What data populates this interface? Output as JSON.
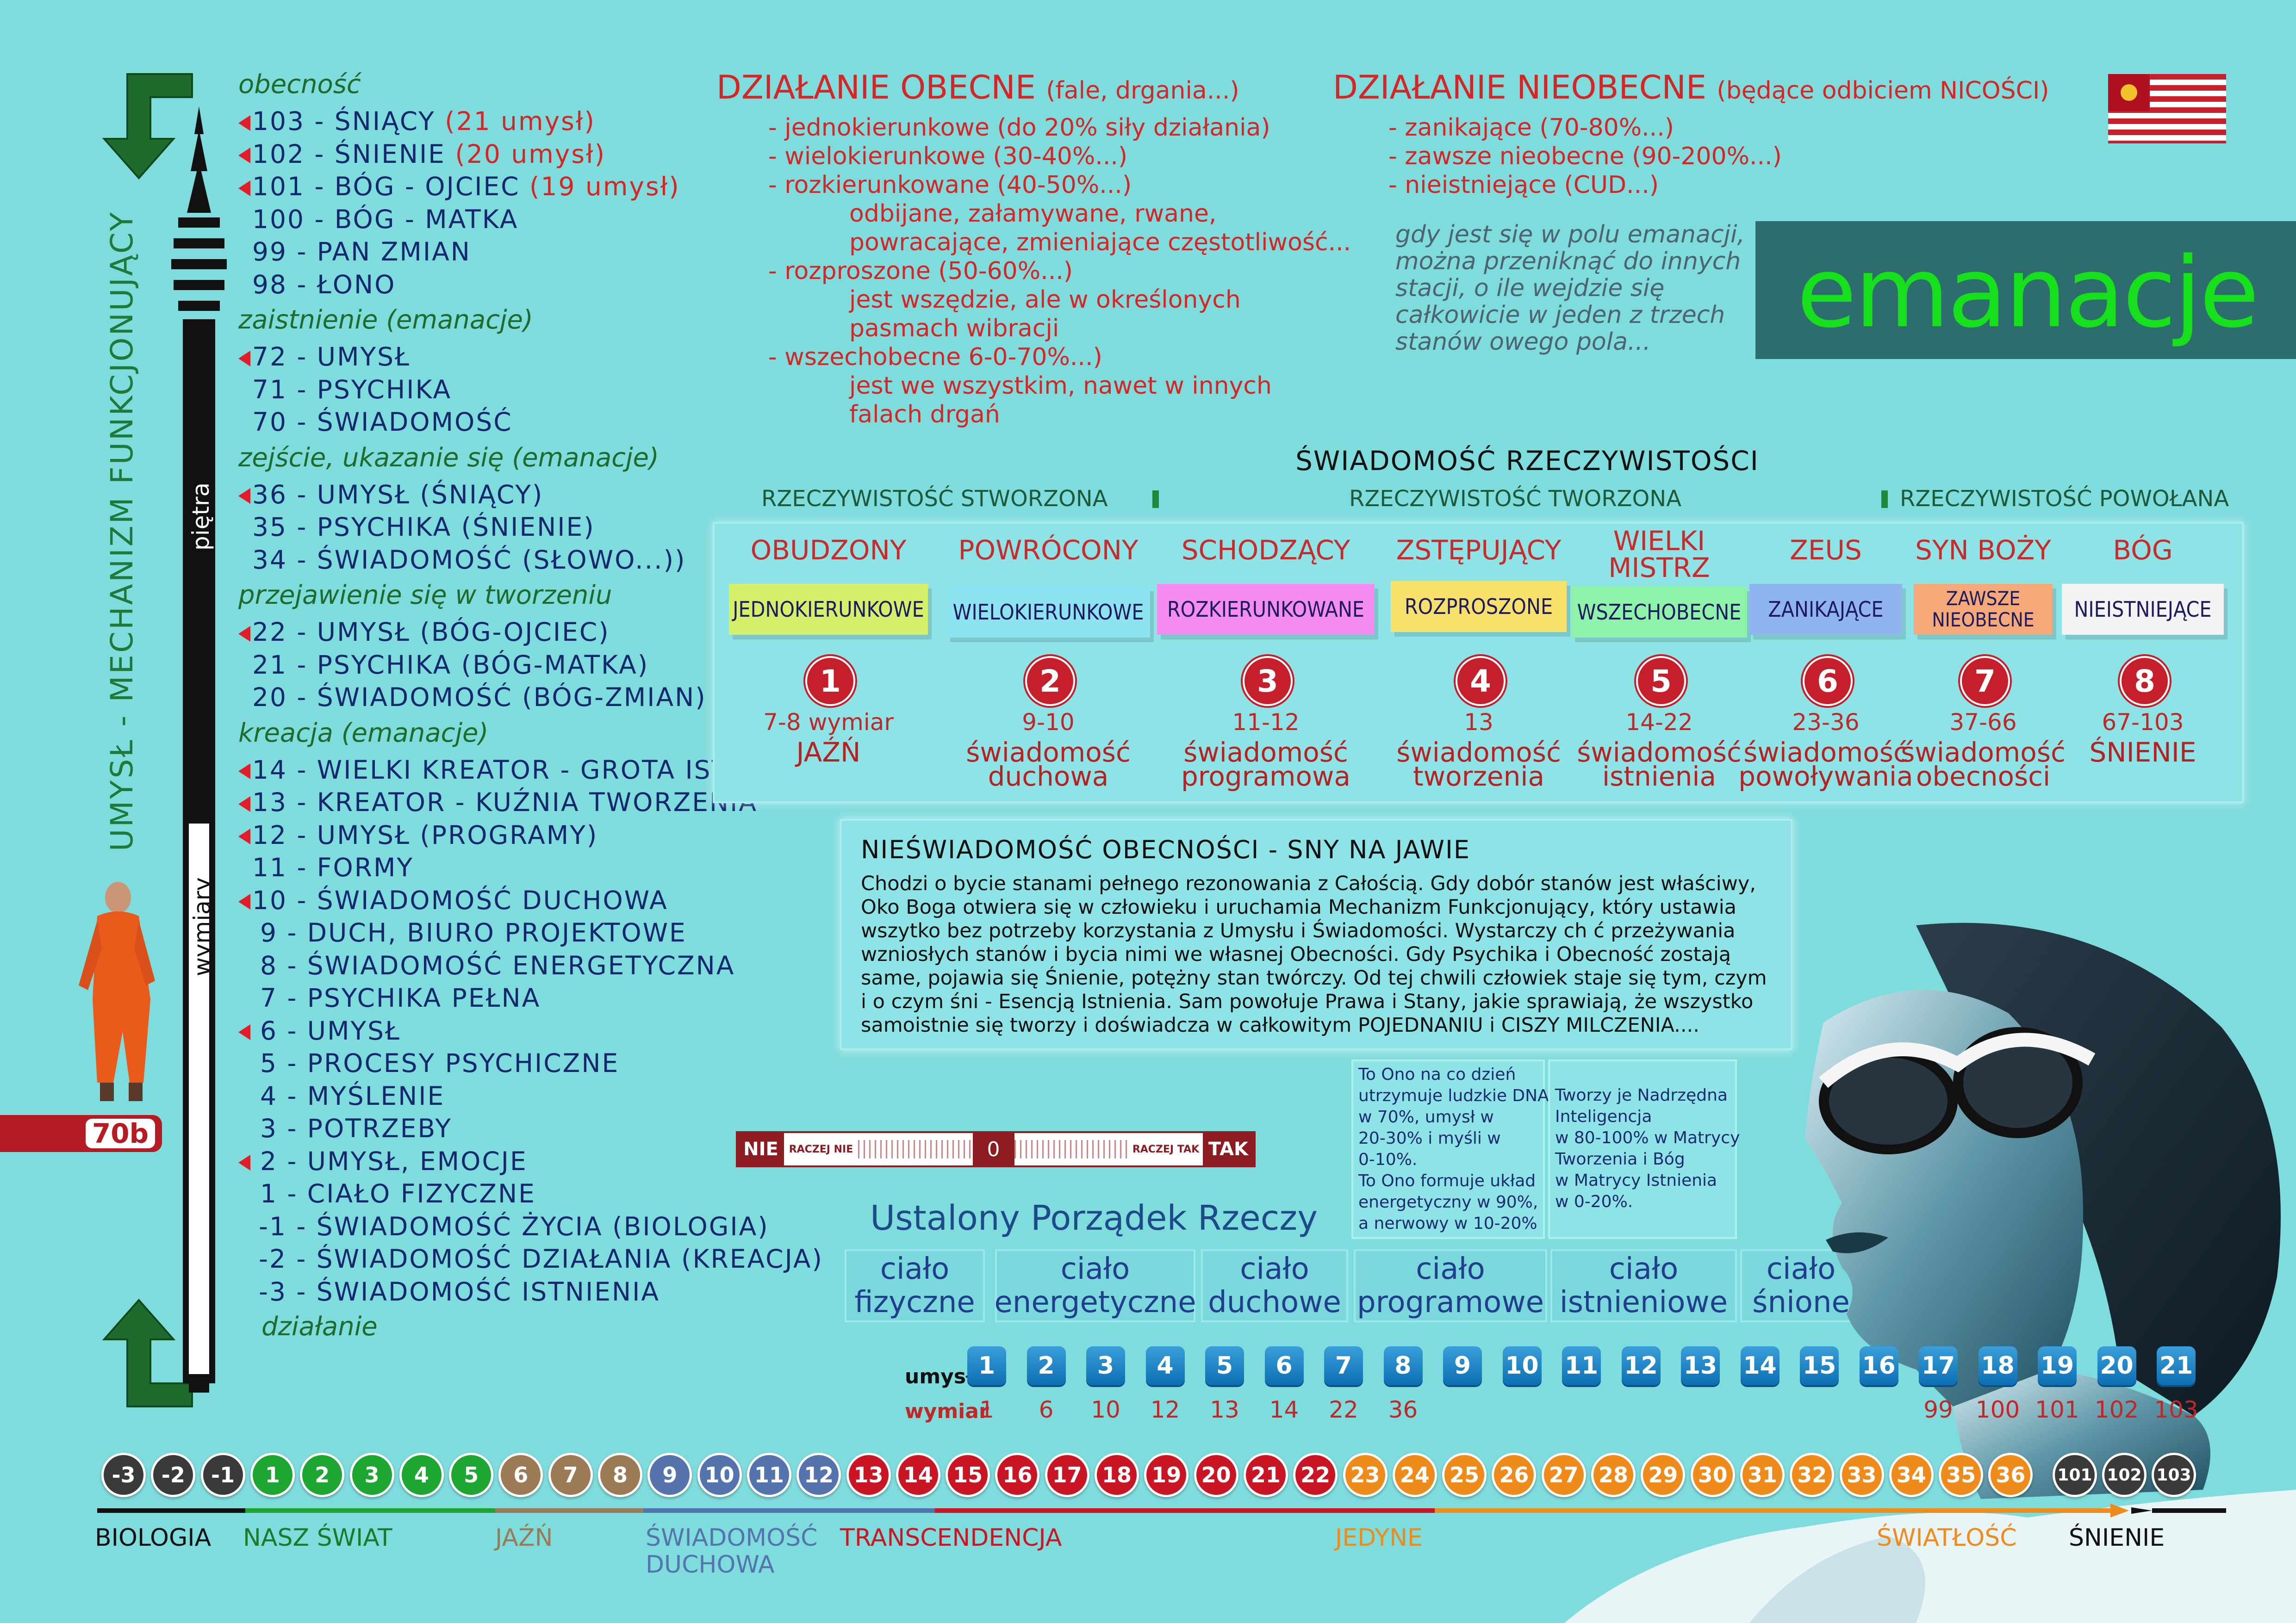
{
  "left": {
    "vertical_title": "UMYSŁ - MECHANIZM FUNKCJONUJĄCY",
    "bar_label_top": "piętra",
    "bar_label_bottom": "wymiary",
    "page_badge": "70b",
    "groups": [
      {
        "heading": "obecność",
        "items": [
          {
            "n": "103",
            "text": "- ŚNIĄCY",
            "extra": "(21 umysł)",
            "mark": true
          },
          {
            "n": "102",
            "text": "- ŚNIENIE",
            "extra": "(20 umysł)",
            "mark": true
          },
          {
            "n": "101",
            "text": "- BÓG - OJCIEC",
            "extra": "(19 umysł)",
            "mark": true
          },
          {
            "n": "100",
            "text": "- BÓG - MATKA",
            "extra": "",
            "mark": false
          },
          {
            "n": "99",
            "text": "- PAN ZMIAN",
            "extra": "",
            "mark": false
          },
          {
            "n": "98",
            "text": "- ŁONO",
            "extra": "",
            "mark": false
          }
        ]
      },
      {
        "heading": "zaistnienie (emanacje)",
        "items": [
          {
            "n": "72",
            "text": "- UMYSŁ",
            "extra": "",
            "mark": true
          },
          {
            "n": "71",
            "text": "- PSYCHIKA",
            "extra": "",
            "mark": false
          },
          {
            "n": "70",
            "text": "- ŚWIADOMOŚĆ",
            "extra": "",
            "mark": false
          }
        ]
      },
      {
        "heading": "zejście, ukazanie się (emanacje)",
        "items": [
          {
            "n": "36",
            "text": "- UMYSŁ (ŚNIĄCY)",
            "extra": "",
            "mark": true
          },
          {
            "n": "35",
            "text": "- PSYCHIKA (ŚNIENIE)",
            "extra": "",
            "mark": false
          },
          {
            "n": "34",
            "text": "- ŚWIADOMOŚĆ (SŁOWO...))",
            "extra": "",
            "mark": false
          }
        ]
      },
      {
        "heading": "przejawienie się w tworzeniu",
        "items": [
          {
            "n": "22",
            "text": "- UMYSŁ (BÓG-OJCIEC)",
            "extra": "",
            "mark": true
          },
          {
            "n": "21",
            "text": "- PSYCHIKA (BÓG-MATKA)",
            "extra": "",
            "mark": false
          },
          {
            "n": "20",
            "text": "- ŚWIADOMOŚĆ (BÓG-ZMIAN)",
            "extra": "",
            "mark": false
          }
        ]
      },
      {
        "heading": "kreacja (emanacje)",
        "items": [
          {
            "n": "14",
            "text": "- WIELKI KREATOR - GROTA ISTNIENIA",
            "extra": "",
            "mark": true
          },
          {
            "n": "13",
            "text": "- KREATOR - KUŹNIA TWORZENIA",
            "extra": "",
            "mark": true
          },
          {
            "n": "12",
            "text": "- UMYSŁ (PROGRAMY)",
            "extra": "",
            "mark": true
          },
          {
            "n": "11",
            "text": "- FORMY",
            "extra": "",
            "mark": false
          },
          {
            "n": "10",
            "text": "- ŚWIADOMOŚĆ DUCHOWA",
            "extra": "",
            "mark": true
          },
          {
            "n": "9",
            "text": "- DUCH, BIURO PROJEKTOWE",
            "extra": "",
            "mark": false
          },
          {
            "n": "8",
            "text": "- ŚWIADOMOŚĆ ENERGETYCZNA",
            "extra": "",
            "mark": false
          },
          {
            "n": "7",
            "text": "- PSYCHIKA PEŁNA",
            "extra": "",
            "mark": false
          },
          {
            "n": "6",
            "text": "- UMYSŁ",
            "extra": "",
            "mark": true
          },
          {
            "n": "5",
            "text": "- PROCESY PSYCHICZNE",
            "extra": "",
            "mark": false
          },
          {
            "n": "4",
            "text": "- MYŚLENIE",
            "extra": "",
            "mark": false
          },
          {
            "n": "3",
            "text": "- POTRZEBY",
            "extra": "",
            "mark": false
          },
          {
            "n": "2",
            "text": "- UMYSŁ, EMOCJE",
            "extra": "",
            "mark": true
          },
          {
            "n": "1",
            "text": "- CIAŁO FIZYCZNE",
            "extra": "",
            "mark": false
          },
          {
            "n": "-1",
            "text": "- ŚWIADOMOŚĆ ŻYCIA (BIOLOGIA)",
            "extra": "",
            "mark": false
          },
          {
            "n": "-2",
            "text": "- ŚWIADOMOŚĆ DZIAŁANIA (KREACJA)",
            "extra": "",
            "mark": false
          },
          {
            "n": "-3",
            "text": "- ŚWIADOMOŚĆ ISTNIENIA",
            "extra": "",
            "mark": false
          }
        ]
      }
    ],
    "footer_heading": "działanie"
  },
  "obecne": {
    "title": "DZIAŁANIE OBECNE",
    "subtitle": "(fale, drgania...)",
    "lines": [
      "- jednokierunkowe (do 20% siły działania)",
      "- wielokierunkowe (30-40%...)",
      "- rozkierunkowane (40-50%...)",
      "odbijane, załamywane, rwane,",
      "powracające, zmieniające częstotliwość...",
      "- rozproszone (50-60%...)",
      "jest wszędzie, ale w określonych",
      "pasmach wibracji",
      "- wszechobecne 6-0-70%...)",
      "jest we wszystkim, nawet w innych",
      "falach drgań"
    ]
  },
  "nieobecne": {
    "title": "DZIAŁANIE NIEOBECNE",
    "subtitle": "(będące odbiciem NICOŚCI)",
    "lines": [
      "- zanikające (70-80%...)",
      "- zawsze nieobecne (90-200%...)",
      "- nieistniejące (CUD...)"
    ],
    "note": [
      "gdy jest się w polu emanacji,",
      "można przeniknąć do innych",
      "stacji, o ile wejdzie się",
      "całkowicie w jeden z trzech",
      "stanów owego pola..."
    ]
  },
  "title_box": {
    "text": "emanacje",
    "text_color": "#16e01b",
    "bg": "#2e6d6d"
  },
  "swiadomosc": {
    "title": "ŚWIADOMOŚĆ RZECZYWISTOŚCI",
    "r1": "RZECZYWISTOŚĆ STWORZONA",
    "r2": "RZECZYWISTOŚĆ TWORZONA",
    "r3": "RZECZYWISTOŚĆ POWOŁANA",
    "columns": [
      {
        "cat": "OBUDZONY",
        "pill": "JEDNOKIERUNKOWE",
        "color": "#d4ef6a",
        "num": "1",
        "range": "7-8 wymiar",
        "desc": "JAŹŃ"
      },
      {
        "cat": "POWRÓCONY",
        "pill": "WIELOKIERUNKOWE",
        "color": "#8ee3f0",
        "num": "2",
        "range": "9-10",
        "desc": "świadomość duchowa"
      },
      {
        "cat": "SCHODZĄCY",
        "pill": "ROZKIERUNKOWANE",
        "color": "#f58cf0",
        "num": "3",
        "range": "11-12",
        "desc": "świadomość programowa"
      },
      {
        "cat": "ZSTĘPUJĄCY",
        "pill": "ROZPROSZONE",
        "color": "#f7e16a",
        "num": "4",
        "range": "13",
        "desc": "świadomość tworzenia"
      },
      {
        "cat": "WIELKI MISTRZ",
        "pill": "WSZECHOBECNE",
        "color": "#8ef2a8",
        "num": "5",
        "range": "14-22",
        "desc": "świadomość istnienia"
      },
      {
        "cat": "ZEUS",
        "pill": "ZANIKAJĄCE",
        "color": "#8fb4f0",
        "num": "6",
        "range": "23-36",
        "desc": "świadomość powoływania"
      },
      {
        "cat": "SYN BOŻY",
        "pill": "ZAWSZE NIEOBECNE",
        "color": "#f5a878",
        "num": "7",
        "range": "37-66",
        "desc": "świadomość obecności"
      },
      {
        "cat": "BÓG",
        "pill": "NIEISTNIEJĄCE",
        "color": "#f3f3f3",
        "num": "8",
        "range": "67-103",
        "desc": "ŚNIENIE"
      }
    ]
  },
  "nieswiadomosc": {
    "title": "NIEŚWIADOMOŚĆ OBECNOŚCI - SNY NA JAWIE",
    "lines": [
      "Chodzi o bycie stanami pełnego rezonowania z Całością. Gdy dobór stanów jest właściwy,",
      "Oko Boga otwiera się w człowieku i uruchamia Mechanizm Funkcjonujący, który ustawia",
      "wszytko bez potrzeby korzystania z Umysłu i Świadomości. Wystarczy ch ć przeżywania",
      "wzniosłych stanów i bycia nimi we własnej Obecności. Gdy Psychika i Obecność zostają",
      "same, pojawia się Śnienie, potężny stan twórczy. Od tej chwili człowiek staje się tym, czym",
      "i o czym śni - Esencją Istnienia. Sam powołuje Prawa i Stany, jakie sprawiają, że wszystko",
      "samoistnie się tworzy i doświadcza w całkowitym POJEDNANIU i CISZY MILCZENIA...."
    ]
  },
  "scale": {
    "nie": "NIE",
    "raczej_nie": "RACZEJ NIE",
    "zero": "0",
    "raczej_tak": "RACZEJ TAK",
    "tak": "TAK"
  },
  "small_box1": [
    "To Ono na co dzień",
    "utrzymuje ludzkie DNA",
    "w 70%, umysł w",
    "20-30% i myśli w",
    "0-10%.",
    "To Ono formuje układ",
    "energetyczny w 90%,",
    "a nerwowy w 10-20%"
  ],
  "small_box2": [
    "Tworzy je Nadrzędna",
    "Inteligencja",
    "w 80-100% w Matrycy",
    "Tworzenia i Bóg",
    "w Matrycy Istnienia",
    "w 0-20%."
  ],
  "porzadek": {
    "title": "Ustalony Porządek Rzeczy",
    "bodies": [
      [
        "ciało",
        "fizyczne"
      ],
      [
        "ciało",
        "energetyczne"
      ],
      [
        "ciało",
        "duchowe"
      ],
      [
        "ciało",
        "programowe"
      ],
      [
        "ciało",
        "istnieniowe"
      ],
      [
        "ciało",
        "śnione"
      ]
    ]
  },
  "umysl_row": {
    "label1": "umysł",
    "label2": "wymiar",
    "umysl": [
      "1",
      "2",
      "3",
      "4",
      "5",
      "6",
      "7",
      "8",
      "9",
      "10",
      "11",
      "12",
      "13",
      "14",
      "15",
      "16",
      "17",
      "18",
      "19",
      "20",
      "21"
    ],
    "wymiar": [
      "1",
      "6",
      "10",
      "12",
      "13",
      "14",
      "22",
      "36",
      "",
      "",
      "",
      "",
      "",
      "",
      "",
      "",
      "99",
      "100",
      "101",
      "102",
      "103"
    ]
  },
  "bottom": {
    "circles": [
      {
        "n": "-3",
        "c": "#3a3a3a"
      },
      {
        "n": "-2",
        "c": "#3a3a3a"
      },
      {
        "n": "-1",
        "c": "#3a3a3a"
      },
      {
        "n": "1",
        "c": "#1ea632"
      },
      {
        "n": "2",
        "c": "#1ea632"
      },
      {
        "n": "3",
        "c": "#1ea632"
      },
      {
        "n": "4",
        "c": "#1ea632"
      },
      {
        "n": "5",
        "c": "#1ea632"
      },
      {
        "n": "6",
        "c": "#9b7a55"
      },
      {
        "n": "7",
        "c": "#9b7a55"
      },
      {
        "n": "8",
        "c": "#9b7a55"
      },
      {
        "n": "9",
        "c": "#5574ad"
      },
      {
        "n": "10",
        "c": "#5574ad"
      },
      {
        "n": "11",
        "c": "#5574ad"
      },
      {
        "n": "12",
        "c": "#5574ad"
      },
      {
        "n": "13",
        "c": "#c91524"
      },
      {
        "n": "14",
        "c": "#c91524"
      },
      {
        "n": "15",
        "c": "#c91524"
      },
      {
        "n": "16",
        "c": "#c91524"
      },
      {
        "n": "17",
        "c": "#c91524"
      },
      {
        "n": "18",
        "c": "#c91524"
      },
      {
        "n": "19",
        "c": "#c91524"
      },
      {
        "n": "20",
        "c": "#c91524"
      },
      {
        "n": "21",
        "c": "#c91524"
      },
      {
        "n": "22",
        "c": "#c91524"
      },
      {
        "n": "23",
        "c": "#ef8b1a"
      },
      {
        "n": "24",
        "c": "#ef8b1a"
      },
      {
        "n": "25",
        "c": "#ef8b1a"
      },
      {
        "n": "26",
        "c": "#ef8b1a"
      },
      {
        "n": "27",
        "c": "#ef8b1a"
      },
      {
        "n": "28",
        "c": "#ef8b1a"
      },
      {
        "n": "29",
        "c": "#ef8b1a"
      },
      {
        "n": "30",
        "c": "#ef8b1a"
      },
      {
        "n": "31",
        "c": "#ef8b1a"
      },
      {
        "n": "32",
        "c": "#ef8b1a"
      },
      {
        "n": "33",
        "c": "#ef8b1a"
      },
      {
        "n": "34",
        "c": "#ef8b1a"
      },
      {
        "n": "35",
        "c": "#ef8b1a"
      },
      {
        "n": "36",
        "c": "#ef8b1a"
      },
      {
        "n": "101",
        "c": "#3a3a3a"
      },
      {
        "n": "102",
        "c": "#3a3a3a"
      },
      {
        "n": "103",
        "c": "#3a3a3a"
      }
    ],
    "labels": [
      {
        "t": "BIOLOGIA",
        "c": "#111111"
      },
      {
        "t": "NASZ ŚWIAT",
        "c": "#1a7a2a"
      },
      {
        "t": "JAŹŃ",
        "c": "#9b7a55"
      },
      {
        "t": "ŚWIADOMOŚĆ DUCHOWA",
        "c": "#5574ad"
      },
      {
        "t": "TRANSCENDENCJA",
        "c": "#c91524"
      },
      {
        "t": "JEDYNE",
        "c": "#ef8b1a"
      },
      {
        "t": "ŚWIATŁOŚĆ",
        "c": "#ef8b1a"
      },
      {
        "t": "ŚNIENIE",
        "c": "#111111"
      }
    ]
  }
}
